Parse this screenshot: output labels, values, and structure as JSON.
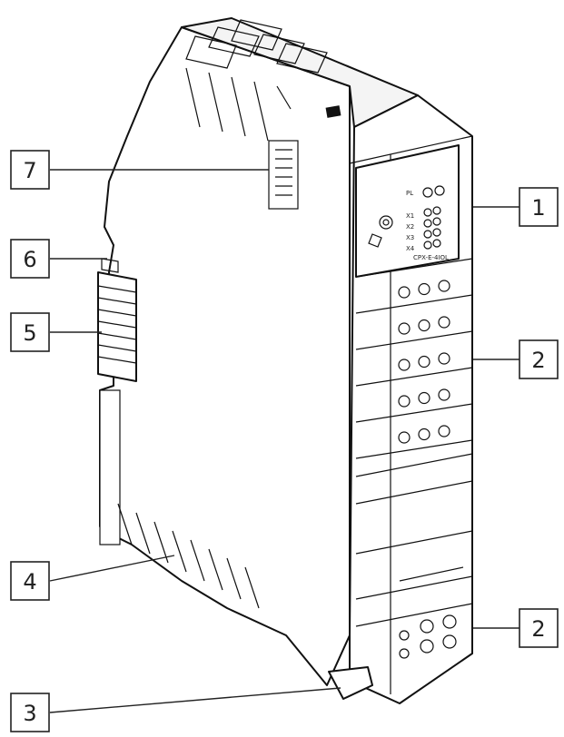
{
  "callouts": [
    {
      "id": "1",
      "label": "1"
    },
    {
      "id": "2a",
      "label": "2"
    },
    {
      "id": "2b",
      "label": "2"
    },
    {
      "id": "3",
      "label": "3"
    },
    {
      "id": "4",
      "label": "4"
    },
    {
      "id": "5",
      "label": "5"
    },
    {
      "id": "6",
      "label": "6"
    },
    {
      "id": "7",
      "label": "7"
    }
  ],
  "device_labels": {
    "pl": "PL",
    "x1": "X1",
    "x2": "X2",
    "x3": "X3",
    "x4": "X4",
    "model": "CPX-E-4IOL"
  }
}
